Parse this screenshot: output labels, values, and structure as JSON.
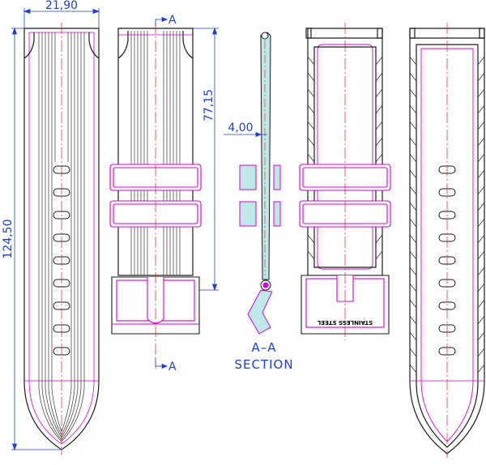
{
  "drawing": {
    "dimensions": {
      "width": "21,90",
      "length": "124,50",
      "upper_length": "77,15",
      "thickness": "4,00"
    },
    "section_marker": "A",
    "section_title": "A–A",
    "section_subtitle": "SECTION",
    "buckle_stamp": "STAINLESS STEEL",
    "colors": {
      "outline": "#1a1a1a",
      "dimension": "#1f3fd0",
      "centerline": "#e02020",
      "loop": "#d400d4",
      "section_fill": "#bfe9e9"
    }
  }
}
